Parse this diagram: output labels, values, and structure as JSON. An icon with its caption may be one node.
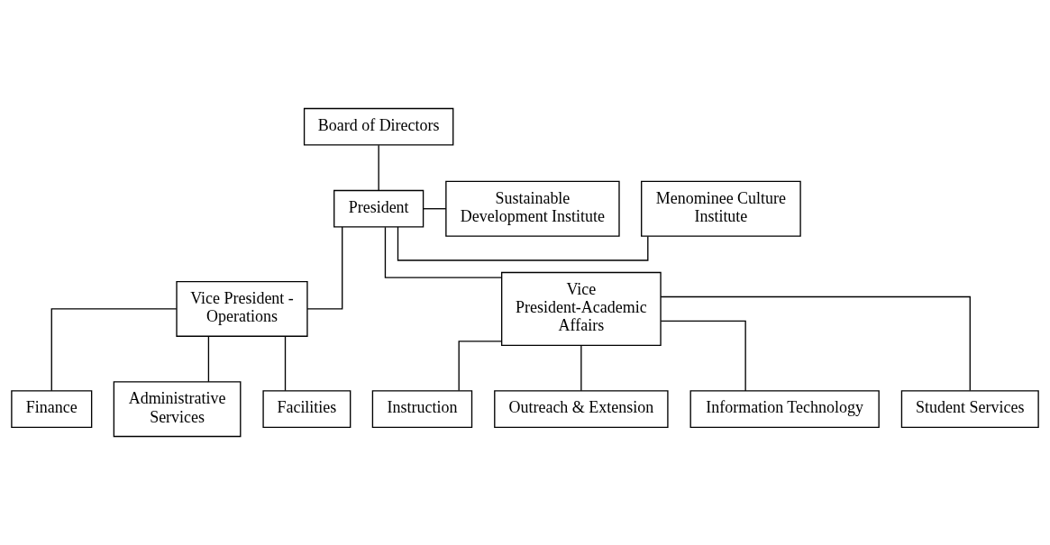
{
  "diagram": {
    "nodes": [
      {
        "text": [
          "Board of Directors"
        ]
      },
      {
        "text": [
          "Menominee Culture Institute"
        ]
      },
      {
        "text": [
          "President"
        ]
      },
      {
        "text": [
          "Sustainable Development Institute"
        ]
      },
      {
        "text": [
          "Vice President - Operations"
        ]
      },
      {
        "text": [
          "Vice President-Academic Affairs"
        ]
      },
      {
        "text": [
          "Instruction"
        ]
      },
      {
        "text": [
          "Outreach & Extension"
        ]
      },
      {
        "text": [
          "Information Technology"
        ]
      },
      {
        "text": [
          "Student Services"
        ]
      },
      {
        "text": [
          "Finance"
        ]
      },
      {
        "text": [
          "Administrative Services"
        ]
      },
      {
        "text": [
          "Facilities"
        ]
      }
    ],
    "edges": [
      {
        "from": 0,
        "to": 2,
        "arrow": "none"
      },
      {
        "from": 2,
        "to": 1,
        "arrow": "none"
      },
      {
        "from": 2,
        "to": 3,
        "arrow": "none"
      },
      {
        "from": 2,
        "to": 4,
        "arrow": "none"
      },
      {
        "from": 2,
        "to": 5,
        "arrow": "none"
      },
      {
        "from": 5,
        "to": 6,
        "arrow": "none"
      },
      {
        "from": 5,
        "to": 7,
        "arrow": "none"
      },
      {
        "from": 5,
        "to": 8,
        "arrow": "none"
      },
      {
        "from": 5,
        "to": 9,
        "arrow": "none"
      },
      {
        "from": 4,
        "to": 10,
        "arrow": "none"
      },
      {
        "from": 4,
        "to": 11,
        "arrow": "none"
      },
      {
        "from": 4,
        "to": 12,
        "arrow": "none"
      }
    ]
  }
}
